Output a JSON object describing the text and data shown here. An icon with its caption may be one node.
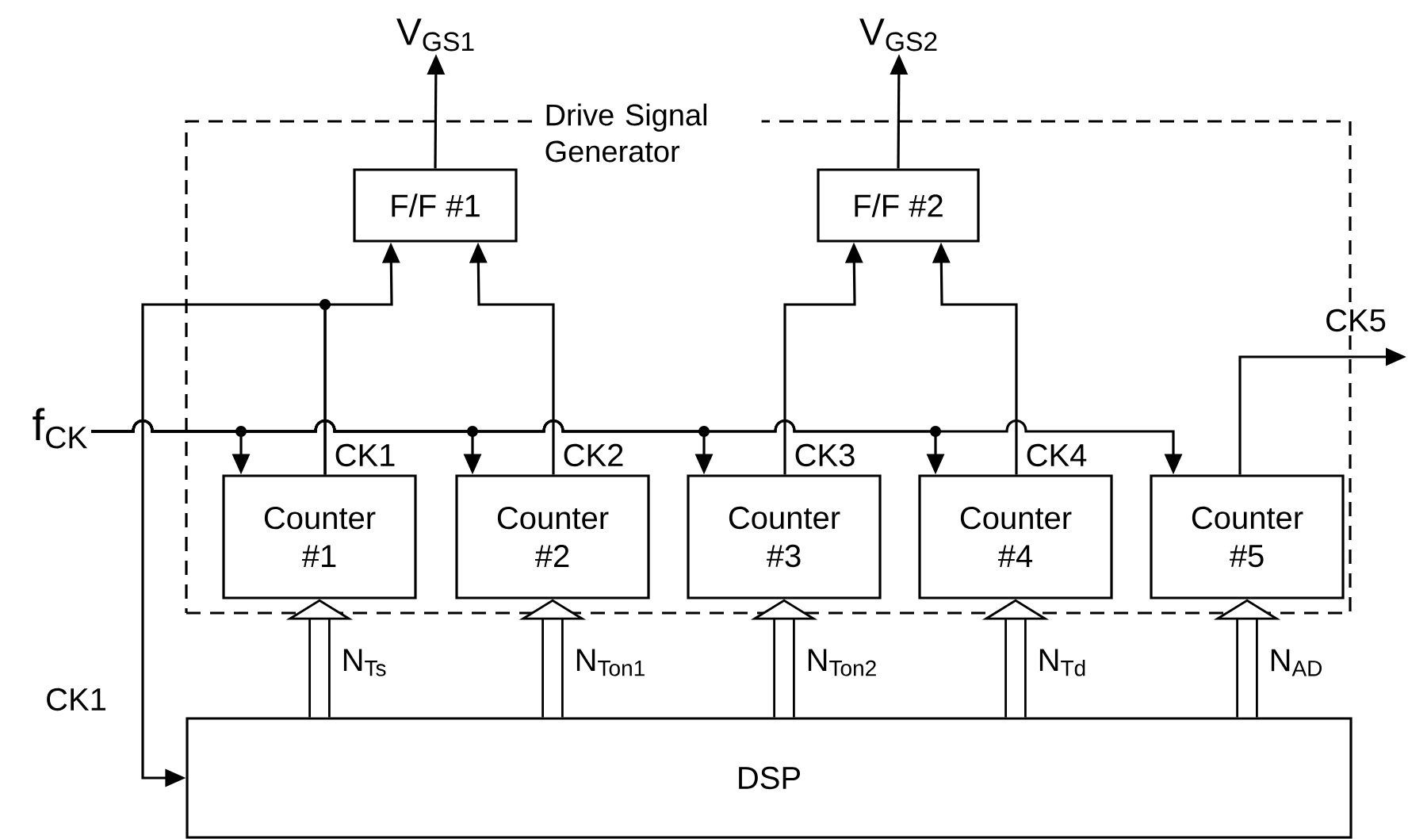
{
  "diagram": {
    "nodes": [
      {
        "text": [
          "Drive Signal Generator"
        ]
      },
      {
        "text": [
          "F/F #1"
        ],
        "in": 0
      },
      {
        "text": [
          "F/F #2"
        ],
        "in": 0
      },
      {
        "text": [
          "Counter #1"
        ],
        "in": 0
      },
      {
        "text": [
          "Counter #2"
        ],
        "in": 0
      },
      {
        "text": [
          "Counter #3"
        ],
        "in": 0
      },
      {
        "text": [
          "Counter #4"
        ],
        "in": 0
      },
      {
        "text": [
          "Counter #5"
        ],
        "in": 0
      },
      {
        "text": [
          "DSP"
        ]
      },
      {
        "text": [
          "V$_{GS1}$"
        ]
      },
      {
        "text": [
          "V$_{GS2}$"
        ]
      },
      {
        "text": [
          "f$_{CK}$"
        ]
      }
    ],
    "edges": [
      {
        "from": 1,
        "to": 9,
        "arrow": "to"
      },
      {
        "from": 2,
        "to": 10,
        "arrow": "to"
      },
      {
        "from": 11,
        "to": 3,
        "arrow": "to"
      },
      {
        "from": 11,
        "to": 4,
        "arrow": "to"
      },
      {
        "from": 11,
        "to": 5,
        "arrow": "to"
      },
      {
        "from": 11,
        "to": 6,
        "arrow": "to"
      },
      {
        "from": 11,
        "to": 7,
        "arrow": "to"
      },
      {
        "from": 3,
        "to": 1,
        "arrow": "to",
        "label": "CK1"
      },
      {
        "from": 3,
        "to": 8,
        "arrow": "to",
        "label": "CK1"
      },
      {
        "from": 4,
        "to": 1,
        "arrow": "to",
        "label": "CK2"
      },
      {
        "from": 5,
        "to": 2,
        "arrow": "to",
        "label": "CK3"
      },
      {
        "from": 6,
        "to": 2,
        "arrow": "to",
        "label": "CK4"
      },
      {
        "from": 7,
        "to": null,
        "arrow": "to",
        "label": "CK5"
      },
      {
        "from": 8,
        "to": 3,
        "arrow": "to",
        "style": "thick",
        "label": "N$_{Ts}$"
      },
      {
        "from": 8,
        "to": 4,
        "arrow": "to",
        "style": "thick",
        "label": "N$_{Ton1}$"
      },
      {
        "from": 8,
        "to": 5,
        "arrow": "to",
        "style": "thick",
        "label": "N$_{Ton2}$"
      },
      {
        "from": 8,
        "to": 6,
        "arrow": "to",
        "style": "thick",
        "label": "N$_{Td}$"
      },
      {
        "from": 8,
        "to": 7,
        "arrow": "to",
        "style": "thick",
        "label": "N$_{AD}$"
      }
    ]
  }
}
